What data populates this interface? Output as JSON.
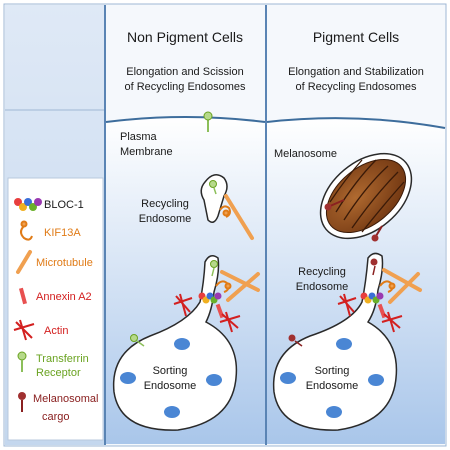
{
  "panels": {
    "left": {
      "title": "Non Pigment Cells",
      "subtitle_line1": "Elongation and Scission",
      "subtitle_line2": "of Recycling Endosomes",
      "plasma_line1": "Plasma",
      "plasma_line2": "Membrane",
      "recycling_line1": "Recycling",
      "recycling_line2": "Endosome",
      "sorting_line1": "Sorting",
      "sorting_line2": "Endosome"
    },
    "right": {
      "title": "Pigment Cells",
      "subtitle_line1": "Elongation and Stabilization",
      "subtitle_line2": "of Recycling Endosomes",
      "melanosome": "Melanosome",
      "recycling_line1": "Recycling",
      "recycling_line2": "Endosome",
      "sorting_line1": "Sorting",
      "sorting_line2": "Endosome"
    }
  },
  "legend": [
    {
      "label": "BLOC-1",
      "color": "#1a1a1a",
      "icon": "bloc1-icon"
    },
    {
      "label": "KIF13A",
      "color": "#e07b17",
      "icon": "kif13a-icon"
    },
    {
      "label": "Microtubule",
      "color": "#e07b17",
      "icon": "microtubule-icon"
    },
    {
      "label": "Annexin A2",
      "color": "#d32020",
      "icon": "annexin-icon"
    },
    {
      "label": "Actin",
      "color": "#d32020",
      "icon": "actin-icon"
    },
    {
      "label": "Transferrin",
      "label2": "Receptor",
      "color": "#6aa321",
      "icon": "transferrin-icon"
    },
    {
      "label": "Melanosomal",
      "label2": "cargo",
      "color": "#8a2020",
      "icon": "melanosomal-cargo-icon"
    }
  ],
  "colors": {
    "cell_bg_top": "#ffffff",
    "cell_bg_bottom": "#a9c6ea",
    "membrane": "#3d6d9c",
    "sorting_dot": "#4a86d4",
    "melanosome_fill": "#8a4a1c",
    "border": "#5a84b4"
  }
}
